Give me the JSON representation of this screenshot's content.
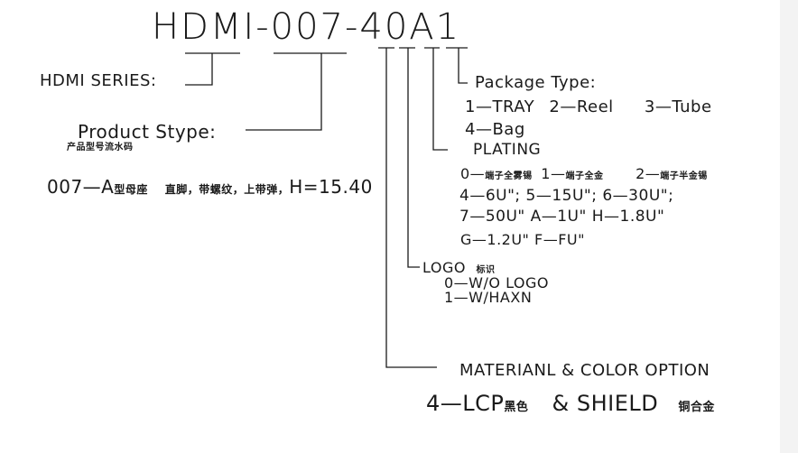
{
  "part_number": "HDMI-007-40A1",
  "series": {
    "label": "HDMI SERIES:"
  },
  "product_type": {
    "label": "Product Stype:",
    "label_cn": "产品型号流水码",
    "code": "007—A",
    "code_cn": "型母座",
    "desc_cn": "直脚，带螺纹，上带弹，",
    "height": "H=15.40"
  },
  "package_type": {
    "label": "Package Type:",
    "opt1": "1—TRAY",
    "opt2": "2—Reel",
    "opt3": "3—Tube",
    "opt4": "4—Bag"
  },
  "plating": {
    "label": "PLATING",
    "opt0": "0—",
    "opt0_cn": "端子全雾锡",
    "opt1": "1—",
    "opt1_cn": "端子全金",
    "opt2": "2—",
    "opt2_cn": "端子半金锡",
    "row2": "4—6U\";  5—15U\";   6—30U\";",
    "row3": "7—50U\"   A—1U\"   H—1.8U\"",
    "row4": "G—1.2U\"  F—FU\""
  },
  "logo": {
    "label": "LOGO",
    "label_cn": "标识",
    "opt0": "0—W/O  LOGO",
    "opt1": "1—W/HAXN"
  },
  "material": {
    "label": "MATERIANL  &  COLOR  OPTION",
    "value": "4—LCP",
    "value_cn": "黑色",
    "shield": "&   SHIELD",
    "shield_cn": "铜合金"
  }
}
